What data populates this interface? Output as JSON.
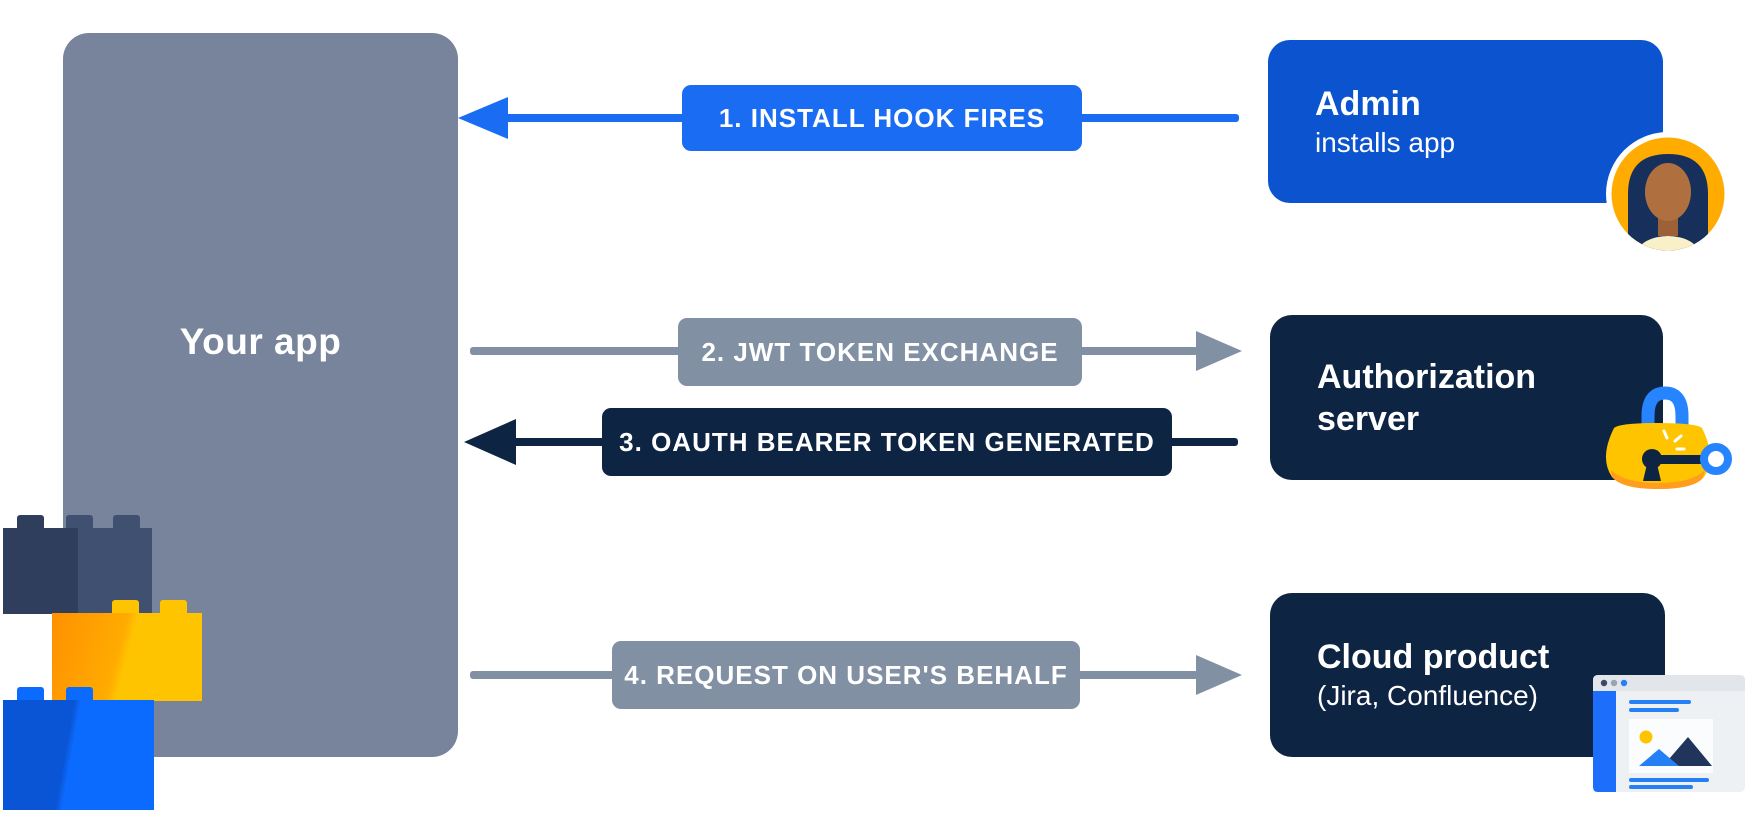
{
  "palette": {
    "blue-bright": "#1A6DF2",
    "blue-admin": "#0B53CF",
    "slate": "#8290A4",
    "slate-box": "#78849B",
    "navy": "#0E2443",
    "gold": "#FFC400",
    "amber": "#FFAB00",
    "orange": "#FF9100",
    "lego-blue": "#0C6BFF",
    "lego-blue-dark": "#0A55D6",
    "lego-navy": "#2E3E5C",
    "lego-navy-light": "#3F5070"
  },
  "app": {
    "label": "Your app"
  },
  "flows": [
    {
      "step": "1. INSTALL HOOK FIRES",
      "direction": "left"
    },
    {
      "step": "2. JWT TOKEN EXCHANGE",
      "direction": "right"
    },
    {
      "step": "3. OAUTH BEARER TOKEN GENERATED",
      "direction": "left"
    },
    {
      "step": "4. REQUEST ON USER'S BEHALF",
      "direction": "right"
    }
  ],
  "actors": [
    {
      "title": "Admin",
      "subtitle": "installs app",
      "icon": "admin-avatar-icon"
    },
    {
      "title": "Authorization server",
      "subtitle": "",
      "icon": "lock-key-icon"
    },
    {
      "title": "Cloud product",
      "subtitle": "(Jira, Confluence)",
      "icon": "browser-window-icon"
    }
  ]
}
